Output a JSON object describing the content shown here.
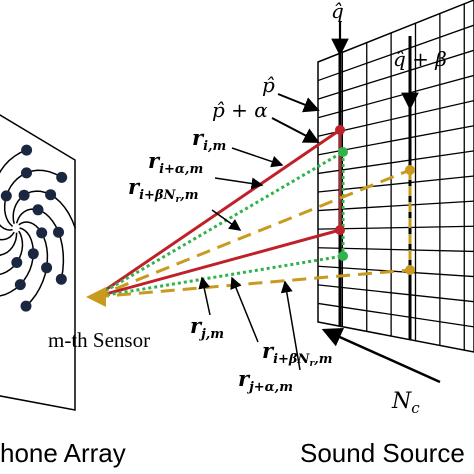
{
  "captions": {
    "mic_array": "hone Array",
    "source_plane": "Sound Source P"
  },
  "sensor_label": "m-th Sensor",
  "grid_labels": {
    "q_hat": "q̂",
    "q_hat_plus_beta": "q̂ + β",
    "p_hat": "p̂",
    "p_hat_plus_alpha": "p̂ + α",
    "n_c": "N",
    "n_c_sub": "c"
  },
  "vectors": {
    "r_im": {
      "main": "r",
      "sub": "i,m"
    },
    "r_i_alpha_m": {
      "main": "r",
      "sub": "i+α,m"
    },
    "r_i_beta_nr_m": {
      "main": "r",
      "sub": "i+βN",
      "sub2": "r",
      "sub3": ",m"
    },
    "r_jm": {
      "main": "r",
      "sub": "j,m"
    },
    "r_i_beta_nr_m_lower": {
      "main": "r",
      "sub": "i+βN",
      "sub2": "r",
      "sub3": ",m"
    },
    "r_j_alpha_m": {
      "main": "r",
      "sub": "j+α,m"
    }
  },
  "colors": {
    "red": "#c0202a",
    "green": "#2fb34a",
    "gold": "#c89a1e",
    "ink": "#000000"
  }
}
